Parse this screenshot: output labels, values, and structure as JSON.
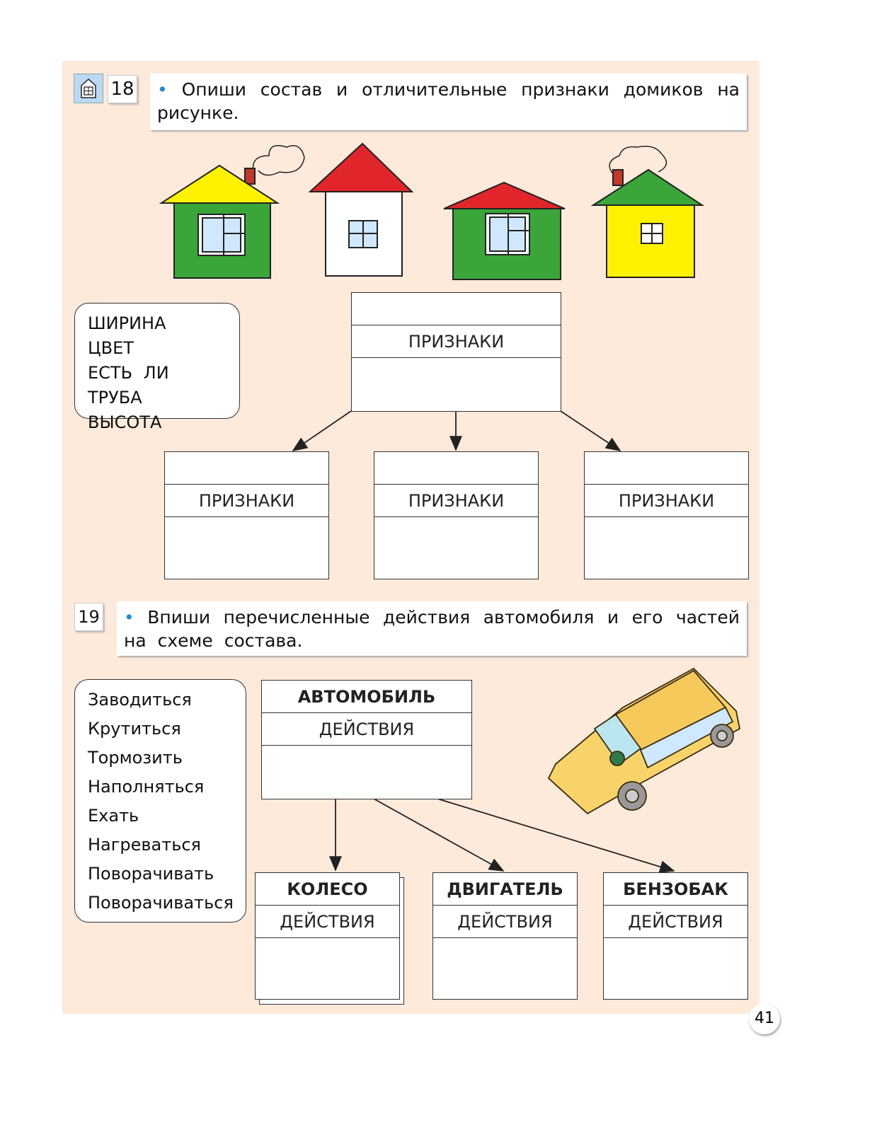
{
  "task18": {
    "number": "18",
    "text_line1": "Опиши состав и отличительные признаки домиков на",
    "text_line2": "рисунке.",
    "bullet": "•"
  },
  "features_list": [
    "ШИРИНА",
    "ЦВЕТ",
    "ЕСТЬ ЛИ ТРУБА",
    "ВЫСОТА"
  ],
  "scheme18": {
    "top_label": "ПРИЗНАКИ",
    "children": [
      "ПРИЗНАКИ",
      "ПРИЗНАКИ",
      "ПРИЗНАКИ"
    ]
  },
  "task19": {
    "number": "19",
    "text_line1": "Впиши перечисленные действия автомобиля и его частей",
    "text_line2": "на схеме состава.",
    "bullet": "•"
  },
  "actions_list": [
    "Заводиться",
    "Крутиться",
    "Тормозить",
    "Наполняться",
    "Ехать",
    "Нагреваться",
    "Поворачивать",
    "Поворачиваться"
  ],
  "scheme19": {
    "top": {
      "title": "АВТОМОБИЛЬ",
      "label": "ДЕЙСТВИЯ"
    },
    "children": [
      {
        "title": "КОЛЕСО",
        "label": "ДЕЙСТВИЯ"
      },
      {
        "title": "ДВИГАТЕЛЬ",
        "label": "ДЕЙСТВИЯ"
      },
      {
        "title": "БЕНЗОБАК",
        "label": "ДЕЙСТВИЯ"
      }
    ]
  },
  "page_number": "41",
  "colors": {
    "panel": "#fdeadb",
    "bullet": "#1e8fd6",
    "green": "#3aa63a",
    "red": "#e0262b",
    "yellow": "#fff200"
  }
}
